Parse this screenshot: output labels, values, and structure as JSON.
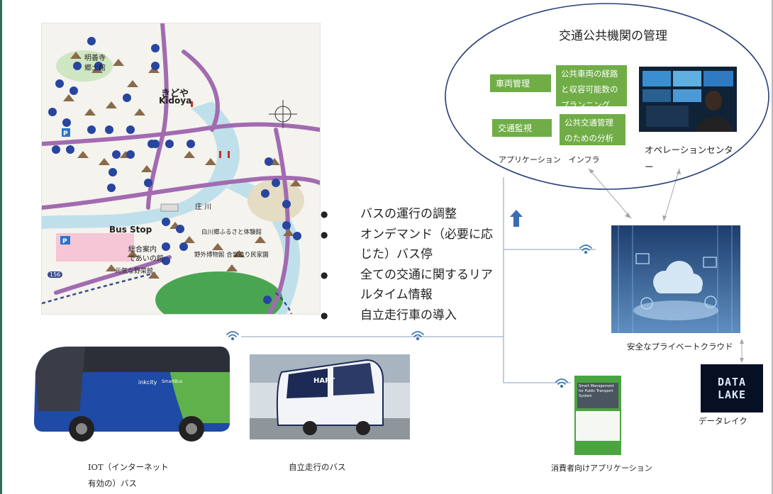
{
  "bullets": [
    "バスの運行の調整",
    "オンデマンド（必要に応じた）バス停",
    "全ての交通に関するリアルタイム情報",
    "自立走行車の導入"
  ],
  "agency": {
    "title": "交通公共機関の管理",
    "vehicle_mgmt": "車両管理",
    "route_planning": "公共車両の経路と収容可能数のプランニング",
    "traffic_monitor": "交通監視",
    "analysis": "公共交通管理のための分析",
    "apps_infra": "アプリケーション　インフラ"
  },
  "operation_center": "オペレーションセンター",
  "cloud_label": "安全なプライベートクラウド",
  "data_lake": {
    "label": "データレイク",
    "screen_text_1": "DATA",
    "screen_text_2": "LAKE"
  },
  "consumer_app": {
    "label": "消費者向けアプリケーション",
    "screen_title": "Smart Management for Public Transport System"
  },
  "iot_bus_label": "IOT（インターネット有効の）バス",
  "autonomous_bus_label": "自立走行のバス",
  "bus_brand": "inkcity",
  "bus_sub": "SmartBus",
  "shuttle_brand": "HART",
  "map": {
    "kidoya_jp": "きどや",
    "kidoya_en": "Kidoya",
    "bus_stop": "Bus Stop",
    "river": "庄 川",
    "info1": "総合案内",
    "info2": "であいの館",
    "museum": "白川郷ふるさと体験館",
    "museum2": "野外博物館 合掌造り民家園",
    "market": "元気な野菜館",
    "meizenji": "明善寺",
    "meizenji2": "郷土館",
    "route_no": "156"
  },
  "colors": {
    "accent_green": "#70ad47",
    "arrow_blue": "#3a6db3",
    "line_gray": "#9fb3c8",
    "road_purple": "#a26bb0"
  }
}
